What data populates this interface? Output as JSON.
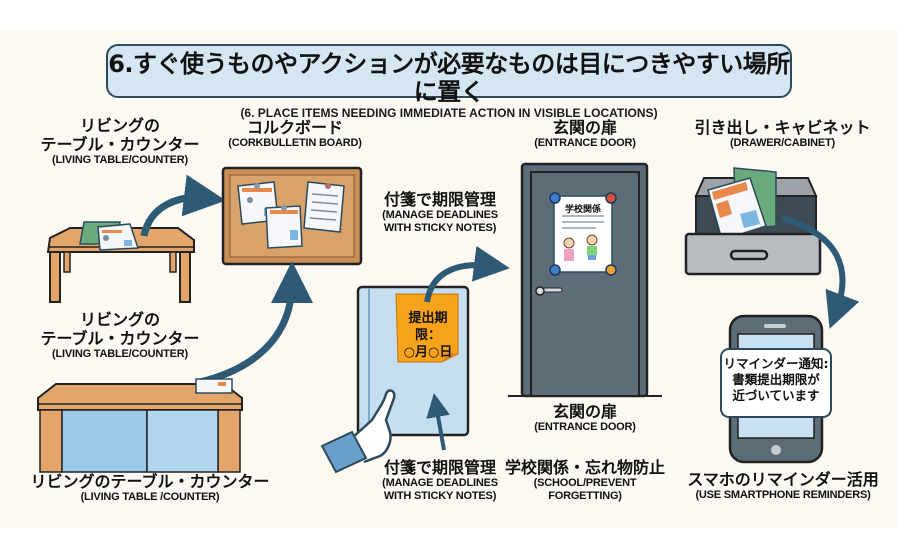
{
  "title": {
    "jp": "6.すぐ使うものやアクションが必要なものは目につきやすい場所に置く",
    "en": "(6. PLACE ITEMS NEEDING IMMEDIATE ACTION IN VISIBLE LOCATIONS)"
  },
  "labels": {
    "living_table_top": {
      "jp_line1": "リビングの",
      "jp_line2": "テーブル・カウンター",
      "en": "(LIVING TABLE/COUNTER)"
    },
    "corkboard": {
      "jp": "コルクボード",
      "en": "(CORKBULLETIN BOARD)"
    },
    "sticky_top": {
      "jp": "付箋で期限管理",
      "en_line1": "(MANAGE DEADLINES",
      "en_line2": "WITH STICKY NOTES)"
    },
    "entrance_top": {
      "jp": "玄関の扉",
      "en": "(ENTRANCE DOOR)"
    },
    "drawer": {
      "jp": "引き出し・キャビネット",
      "en": "(DRAWER/CABINET)"
    },
    "living_table_mid": {
      "jp_line1": "リビングの",
      "jp_line2": "テーブル・カウンター",
      "en": "(LIVING TABLE/COUNTER)"
    },
    "living_table_bottom": {
      "jp": "リビングのテーブル・カウンター",
      "en": "(LIVING TABLE /COUNTER)"
    },
    "sticky_bottom": {
      "jp": "付箋で期限管理",
      "en_line1": "(MANAGE DEADLINES",
      "en_line2": "WITH STICKY NOTES)"
    },
    "entrance_bottom": {
      "jp": "玄関の扉",
      "en": "(ENTRANCE DOOR)"
    },
    "school": {
      "jp": "学校関係・忘れ物防止",
      "en_line1": "(SCHOOL/PREVENT",
      "en_line2": "FORGETTING)"
    },
    "smartphone": {
      "jp": "スマホのリマインダー活用",
      "en": "(USE SMARTPHONE REMINDERS)"
    }
  },
  "sticky_note": {
    "line1": "提出期限：",
    "line2": "○月○日"
  },
  "door_poster": {
    "title": "学校関係"
  },
  "phone_notification": {
    "line1": "リマインダー通知:",
    "line2": "書類提出期限が",
    "line3": "近づいています"
  },
  "colors": {
    "background": "#fbf9f1",
    "title_fill": "#d3e6f2",
    "outline": "#2c4a5c",
    "arrow": "#2f5a76",
    "wood": "#e3a56a",
    "cork": "#c98f55",
    "door": "#5c6d78",
    "notebook": "#c6dff0",
    "sticky": "#f7a21b",
    "drawer": "#b7bcc1",
    "phone_screen": "#c7e0f2"
  },
  "icons": [
    "arrow-icon",
    "table-icon",
    "corkboard-icon",
    "document-icon",
    "notebook-icon",
    "sticky-note-icon",
    "hand-icon",
    "door-icon",
    "poster-icon",
    "drawer-icon",
    "smartphone-icon"
  ]
}
